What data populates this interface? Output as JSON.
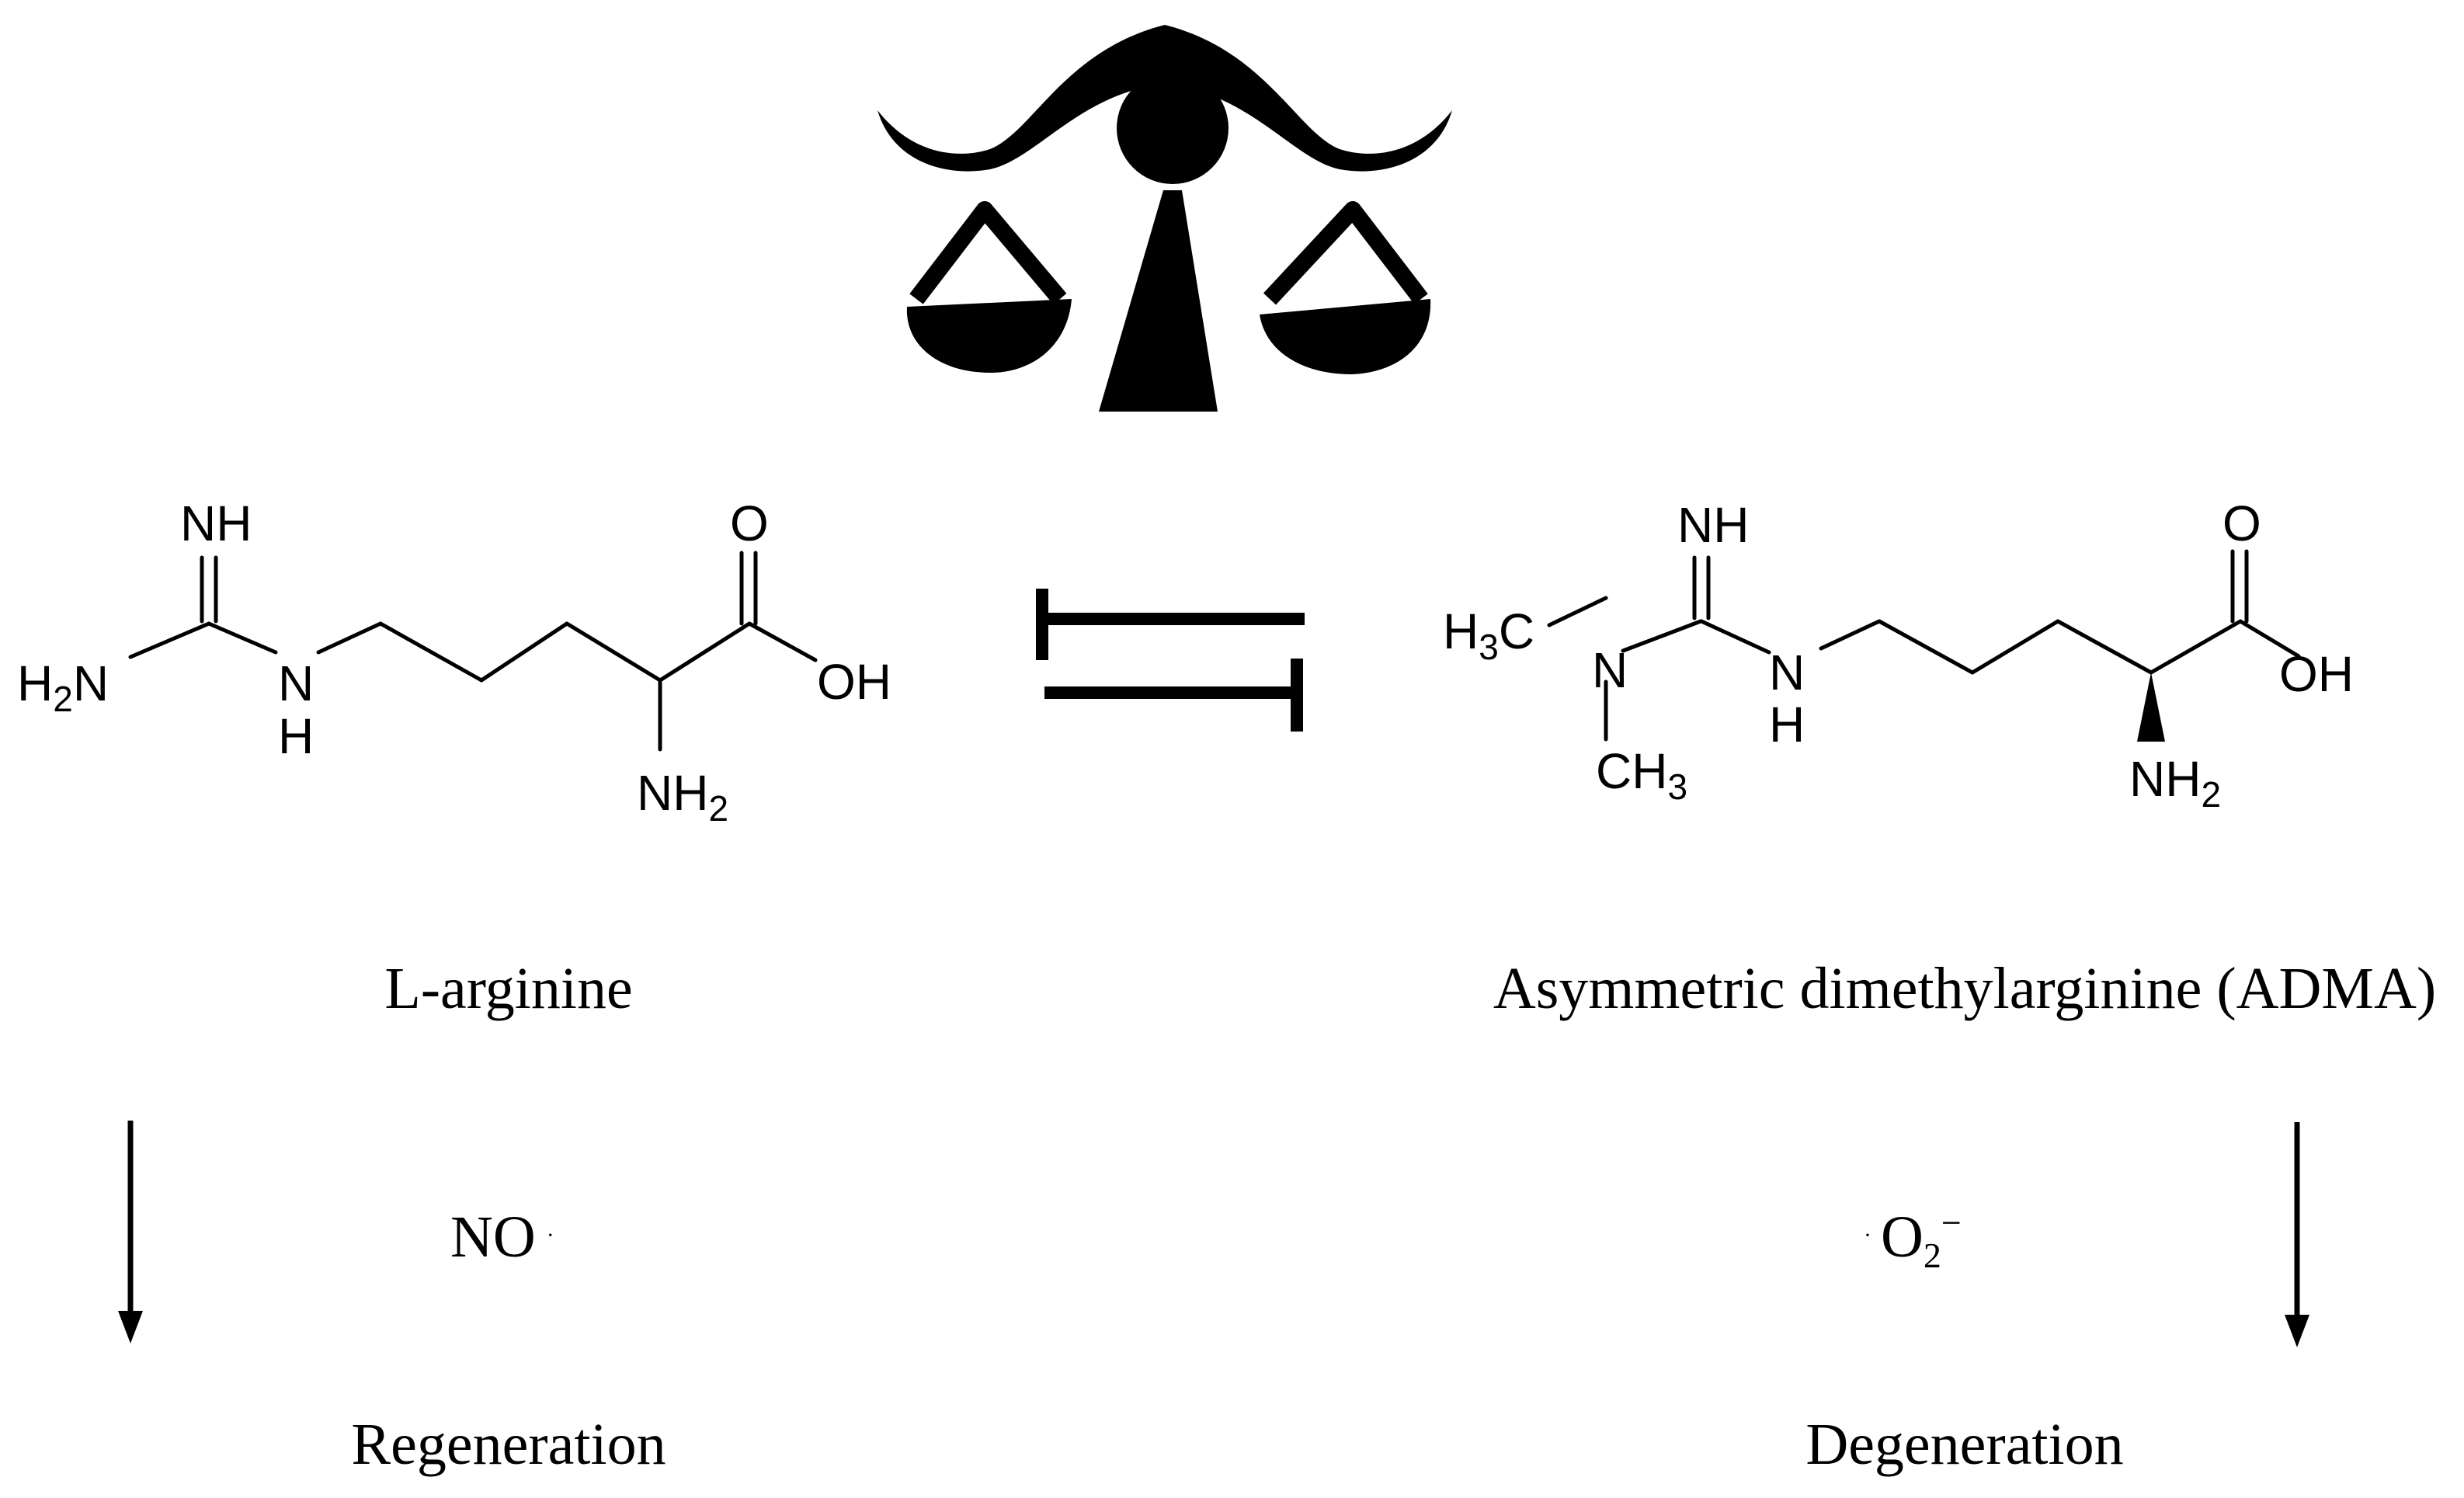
{
  "icon": "balance-scale-icon",
  "left_molecule": {
    "atoms": {
      "imine": "NH",
      "amine_left_prefix": "H",
      "amine_left_sub": "2",
      "amine_left_suffix": "N",
      "nh_n": "N",
      "nh_h": "H",
      "carbonyl_o": "O",
      "hydroxyl": "OH",
      "alpha_amine": "NH",
      "alpha_amine_sub": "2"
    },
    "name": "L-arginine",
    "product": "NO",
    "product_dot": "·",
    "outcome": "Regeneration"
  },
  "right_molecule": {
    "atoms": {
      "imine": "NH",
      "methyl_top_prefix": "H",
      "methyl_top_sub": "3",
      "methyl_top_suffix": "C",
      "n_dimethyl": "N",
      "methyl_bottom_prefix": "CH",
      "methyl_bottom_sub": "3",
      "nh_n": "N",
      "nh_h": "H",
      "carbonyl_o": "O",
      "hydroxyl": "OH",
      "alpha_amine": "NH",
      "alpha_amine_sub": "2"
    },
    "name": "Asymmetric dimethylarginine (ADMA)",
    "product_dot": "·",
    "product_base": "O",
    "product_sub": "2",
    "product_sup": "−",
    "outcome": "Degeneration"
  },
  "colors": {
    "ink": "#000000",
    "background": "#ffffff"
  }
}
